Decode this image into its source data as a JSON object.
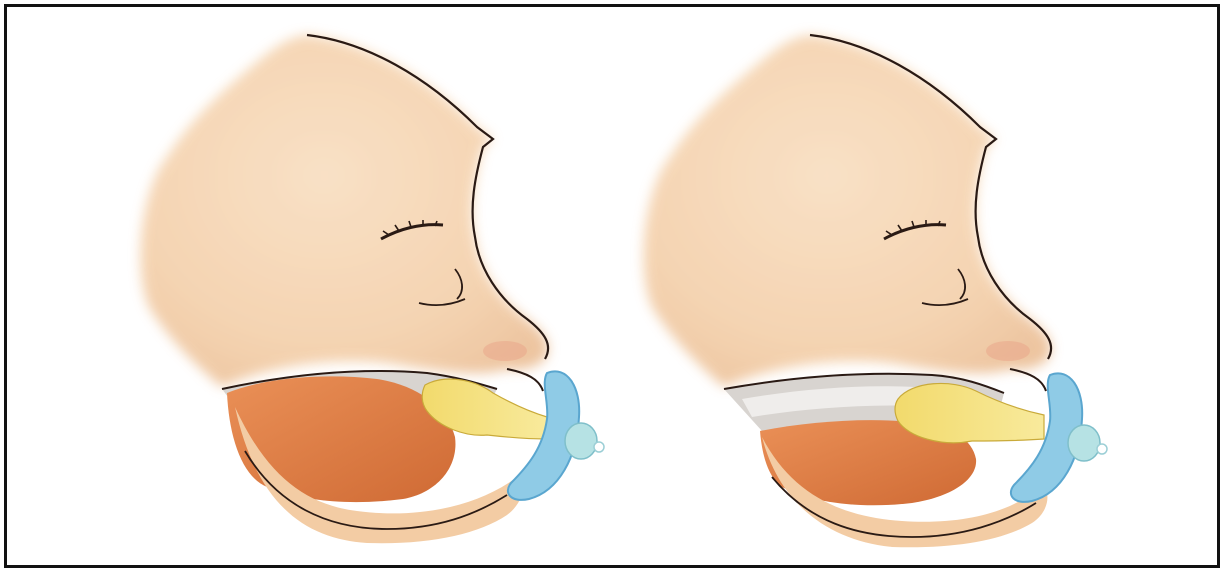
{
  "figure": {
    "panels": [
      {
        "id": "left",
        "subject": "infant-profile-with-pacifier",
        "tongue_position": "raised"
      },
      {
        "id": "right",
        "subject": "infant-profile-with-pacifier",
        "tongue_position": "lowered"
      }
    ],
    "colors": {
      "background": "#ffffff",
      "frame": "#111111",
      "skin": "#f5d0aa",
      "skin_shadow": "#e9b98f",
      "outline": "#2a1a14",
      "tongue": "#e3834a",
      "tongue_shadow": "#c8602e",
      "mouth_interior": "#d8d4d0",
      "nipple": "#f5e07a",
      "pacifier_shield": "#8fcbe6",
      "pacifier_ring": "#6fb6dc",
      "pacifier_knob": "#b6e2e4"
    }
  }
}
